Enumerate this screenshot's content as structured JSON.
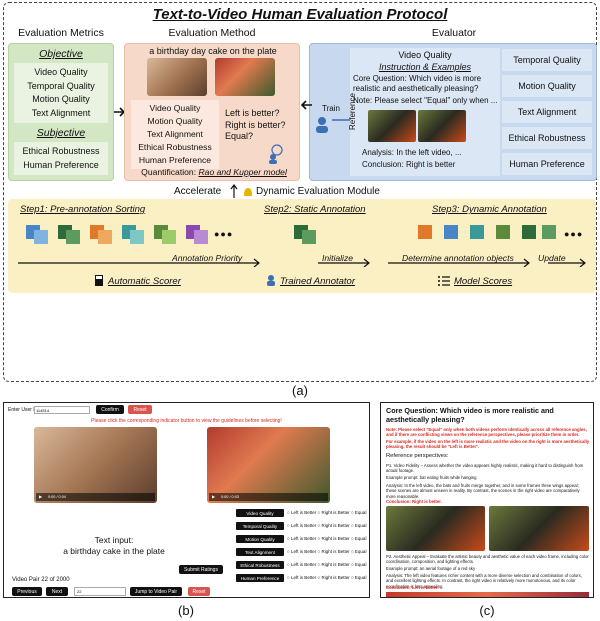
{
  "fig_a": {
    "title": "Text-to-Video Human Evaluation Protocol",
    "evaluation_metrics": {
      "header": "Evaluation Metrics",
      "objective_label": "Objective",
      "objective_items": [
        "Video Quality",
        "Temporal Quality",
        "Motion Quality",
        "Text Alignment"
      ],
      "subjective_label": "Subjective",
      "subjective_items": [
        "Ethical Robustness",
        "Human Preference"
      ]
    },
    "evaluation_method": {
      "header": "Evaluation Method",
      "prompt": "a birthday day cake on the plate",
      "metrics": [
        "Video Quality",
        "Motion Quality",
        "Text Alignment",
        "Ethical Robustness",
        "Human Preference"
      ],
      "question": [
        "Left is better?",
        "Right is better?",
        "Equal?"
      ],
      "quantification_prefix": "Quantification: ",
      "quantification_model": "Rao and Kupper model"
    },
    "evaluator": {
      "header": "Evaluator",
      "train_label": "Train",
      "video_quality": "Video Quality",
      "instruction_title": "Instruction & Examples",
      "core_question": "Core Question: Which video is more realistic and aesthetically pleasing?",
      "note": "Note: Please select \"Equal\" only when ...",
      "reference_label": "Reference",
      "analysis": "Analysis: In the left video, ...",
      "conclusion": "Conclusion: Right is better",
      "right_items": [
        "Temporal Quality",
        "Motion Quality",
        "Text Alignment",
        "Ethical Robustness",
        "Human Preference"
      ]
    },
    "accelerate_label": "Accelerate",
    "dynamic_module_label": "Dynamic Evaluation Module",
    "steps": {
      "step1": "Step1: Pre-annotation Sorting",
      "step2": "Step2: Static Annotation",
      "step3": "Step3: Dynamic Annotation",
      "annotation_priority": "Annotation Priority",
      "initialize": "Initialize",
      "determine": "Determine annotation objects",
      "update": "Update",
      "ellipsis": "●●●"
    },
    "legend": {
      "scorer": "Automatic Scorer",
      "annotator": "Trained Annotator",
      "model_scores": "Model Scores"
    },
    "caption": "(a)",
    "colors": {
      "green": "#d3e7c4",
      "peach": "#f6d9c9",
      "blue": "#c8d9ef",
      "yellow": "#fbefc4",
      "accent_blue": "#3b6fb6"
    }
  },
  "fig_b": {
    "user_id_label": "Enter User ID:",
    "user_id_value": "114514",
    "confirm": "Confirm",
    "reset": "Reset",
    "instruction": "Please click the corresponding indicator button to view the guidelines before selecting!",
    "left_time": "0:00 / 0:04",
    "right_time": "0:00 / 0:03",
    "text_input_label": "Text input:",
    "text_input_value": "a birthday cake in the plate",
    "metrics": [
      "Video Quality",
      "Temporal Quality",
      "Motion Quality",
      "Text Alignment",
      "Ethical Robustness",
      "Human Preference"
    ],
    "options": "○ Left is Better ○ Right is Better ○ Equal",
    "submit": "Submit Ratings",
    "pair_status": "Video Pair 22 of 2000",
    "previous": "Previous",
    "next": "Next",
    "jump_value": "22",
    "jump": "Jump to Video Pair",
    "reset2": "Reset",
    "caption": "(b)"
  },
  "fig_c": {
    "core_question": "Core Question: Which video is more realistic and aesthetically pleasing?",
    "note": "Note: Please select \"Equal\" only when both videos perform identically across all reference angles, and if there are conflicting views on the reference perspectives, please prioritize them in order.",
    "example": "For example, if the video on the left is more realistic and the video on the right is more aesthetically pleasing, the result should be \"Left is Better\".",
    "ref_title": "Reference perspectives:",
    "p1": "P1. Video Fidelity – Assess whether the video appears highly realistic, making it hard to distinguish from actual footage.",
    "p1_prompt": "Example prompt: bat eating fruits while hanging",
    "p1_analysis": "Analysis: In the left video, the bats and fruits merge together, and in some frames three wings appear; these scenes are almost unseen in reality. By contrast, the scenes in the right video are comparatively more reasonable.",
    "p1_conclusion": "Conclusion: Right is better.",
    "p2": "P2. Aesthetic Appeal – Evaluate the artistic beauty and aesthetic value of each video frame, including color coordination, composition, and lighting effects.",
    "p2_prompt": "Example prompt: an aerial footage of a red sky",
    "p2_analysis": "Analysis: The left video features richer content with a more diverse selection and combination of colors, and excellent lighting effects. In contrast, the right video is relatively more monotonous, and its color coordination is less appealing.",
    "p2_conclusion": "Conclusion: Left is better.",
    "caption": "(c)"
  }
}
